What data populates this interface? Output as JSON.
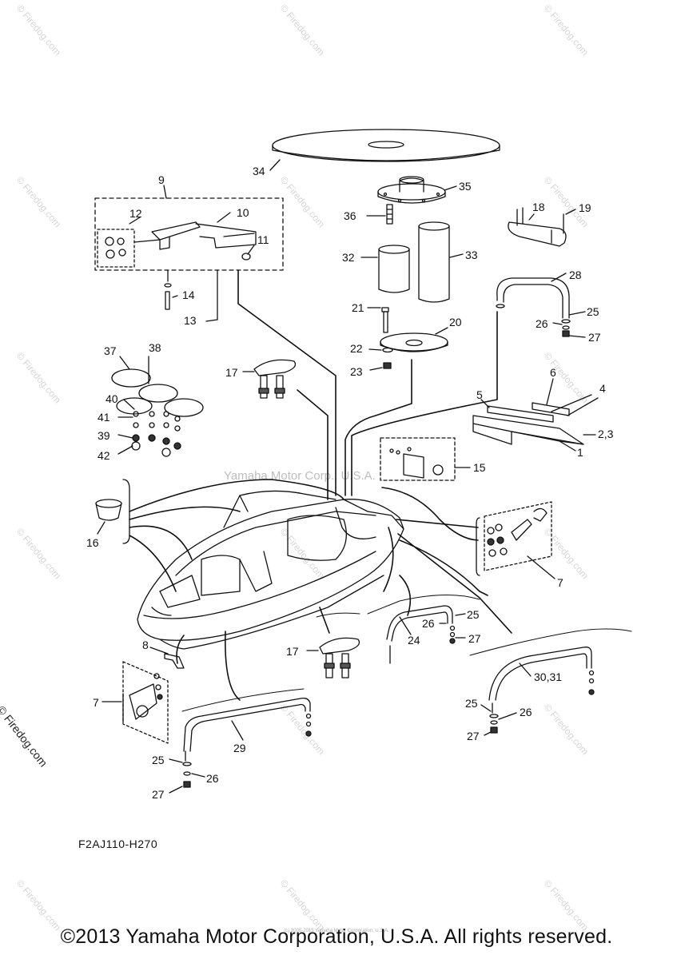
{
  "watermark": {
    "site": "© Firedog.com",
    "center_text": "Yamaha Motor Corp., U.S.A."
  },
  "diagram_code": "F2AJ110-H270",
  "copyright": "©2013 Yamaha Motor Corporation, U.S.A. All rights reserved.",
  "tiny_credit": "(c) 2005-2015 Yamaha Motor Corporation, U.S.A.",
  "callouts": {
    "c1": "1",
    "c23": "2,3",
    "c4": "4",
    "c5": "5",
    "c6": "6",
    "c7a": "7",
    "c7b": "7",
    "c8": "8",
    "c9": "9",
    "c10": "10",
    "c11": "11",
    "c12": "12",
    "c13": "13",
    "c14": "14",
    "c15": "15",
    "c16": "16",
    "c17a": "17",
    "c17b": "17",
    "c18": "18",
    "c19": "19",
    "c20": "20",
    "c21": "21",
    "c22": "22",
    "c23b": "23",
    "c24": "24",
    "c25a": "25",
    "c25b": "25",
    "c25c": "25",
    "c25d": "25",
    "c26a": "26",
    "c26b": "26",
    "c26c": "26",
    "c26d": "26",
    "c27a": "27",
    "c27b": "27",
    "c27c": "27",
    "c27d": "27",
    "c28": "28",
    "c29": "29",
    "c3031": "30,31",
    "c32": "32",
    "c33": "33",
    "c34": "34",
    "c35": "35",
    "c36": "36",
    "c37": "37",
    "c38": "38",
    "c39": "39",
    "c40": "40",
    "c41": "41",
    "c42": "42"
  }
}
